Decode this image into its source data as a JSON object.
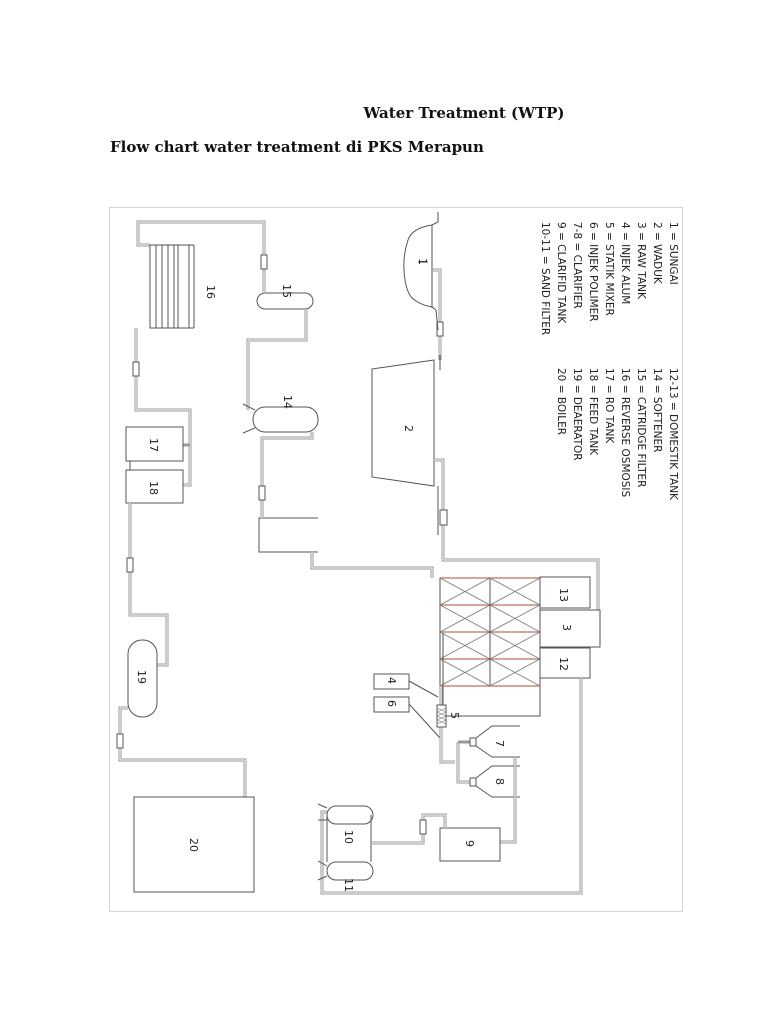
{
  "document": {
    "title": "Water Treatment (WTP)",
    "subtitle": "Flow chart water treatment di PKS Merapun"
  },
  "diagram": {
    "orientation": "rotated 90 degrees clockwise",
    "legend": {
      "column1": [
        {
          "id": "1",
          "text": "1 = SUNGAI"
        },
        {
          "id": "2",
          "text": "2 = WADUK"
        },
        {
          "id": "3",
          "text": "3 = RAW TANK"
        },
        {
          "id": "4",
          "text": "4 = INJEK ALUM"
        },
        {
          "id": "5",
          "text": "5 = STATIK MIXER"
        },
        {
          "id": "6",
          "text": "6 = INJEK POLIMER"
        },
        {
          "id": "7-8",
          "text": "7-8 = CLARIFIER"
        },
        {
          "id": "9",
          "text": "9 = CLARIFID TANK"
        },
        {
          "id": "10-11",
          "text": "10-11 = SAND FILTER"
        }
      ],
      "column2": [
        {
          "id": "12-13",
          "text": "12-13 = DOMESTIK TANK"
        },
        {
          "id": "14",
          "text": "14 = SOFTENER"
        },
        {
          "id": "15",
          "text": "15 = CATRIDGE FILTER"
        },
        {
          "id": "16",
          "text": "16 = REVERSE OSMOSIS"
        },
        {
          "id": "17",
          "text": "17 = RO TANK"
        },
        {
          "id": "18",
          "text": "18 = FEED TANK"
        },
        {
          "id": "19",
          "text": "19 = DEAERATOR"
        },
        {
          "id": "20",
          "text": "20 = BOILER"
        }
      ]
    },
    "components": {
      "c1": "1",
      "c2": "2",
      "c3": "3",
      "c4": "4",
      "c5": "5",
      "c6": "6",
      "c7": "7",
      "c8": "8",
      "c9": "9",
      "c10": "10",
      "c11": "11",
      "c12": "12",
      "c13": "13",
      "c14": "14",
      "c15": "15",
      "c16": "16",
      "c17": "17",
      "c18": "18",
      "c19": "19",
      "c20": "20"
    },
    "colors": {
      "line": "#555555",
      "pipe": "#9a9a9a",
      "filter_rod": "#c9877a",
      "frame": "#d4d4d4"
    }
  }
}
